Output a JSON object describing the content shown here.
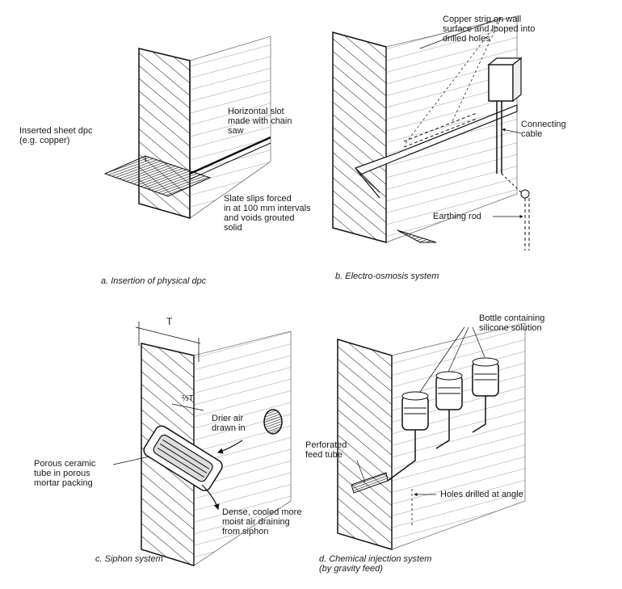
{
  "panels": {
    "a": {
      "caption": "a. Insertion of physical dpc",
      "labels": {
        "sheet_dpc": "Inserted sheet dpc\n(e.g. copper)",
        "slot": "Horizontal slot\nmade with chain\nsaw",
        "slate": "Slate slips forced\nin at 100 mm intervals\nand voids grouted\nsolid"
      }
    },
    "b": {
      "caption": "b. Electro-osmosis system",
      "labels": {
        "copper_strip": "Copper strip on wall\nsurface and looped into\ndrilled holes",
        "cable": "Connecting\ncable",
        "earthing": "Earthing rod"
      }
    },
    "c": {
      "caption": "c. Siphon system",
      "labels": {
        "t_dim": "T",
        "two_thirds": "⅔T",
        "drier_air": "Drier air\ndrawn in",
        "tube": "Porous ceramic\ntube in porous\nmortar packing",
        "dense_air": "Dense, cooled more\nmoist air draining\nfrom siphon"
      }
    },
    "d": {
      "caption": "d. Chemical injection system\n(by gravity feed)",
      "labels": {
        "bottle": "Bottle containing\nsilicone solution",
        "feed_tube": "Perforated\nfeed tube",
        "holes": "Holes drilled at angle"
      }
    }
  }
}
